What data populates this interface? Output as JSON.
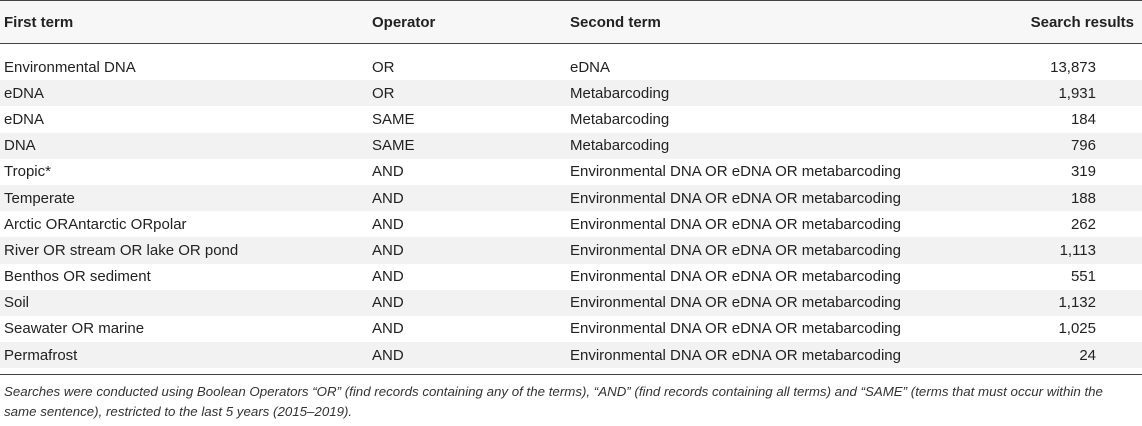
{
  "table": {
    "headers": {
      "first_term": "First term",
      "operator": "Operator",
      "second_term": "Second term",
      "search_results": "Search results"
    },
    "rows": [
      {
        "first": "Environmental DNA",
        "op": "OR",
        "second": "eDNA",
        "results": "13,873"
      },
      {
        "first": "eDNA",
        "op": "OR",
        "second": "Metabarcoding",
        "results": "1,931"
      },
      {
        "first": "eDNA",
        "op": "SAME",
        "second": "Metabarcoding",
        "results": "184"
      },
      {
        "first": "DNA",
        "op": "SAME",
        "second": "Metabarcoding",
        "results": "796"
      },
      {
        "first": "Tropic*",
        "op": "AND",
        "second": "Environmental DNA OR eDNA OR metabarcoding",
        "results": "319"
      },
      {
        "first": "Temperate",
        "op": "AND",
        "second": "Environmental DNA OR eDNA OR metabarcoding",
        "results": "188"
      },
      {
        "first": "Arctic ORAntarctic ORpolar",
        "op": "AND",
        "second": "Environmental DNA OR eDNA OR metabarcoding",
        "results": "262"
      },
      {
        "first": "River OR stream OR lake OR pond",
        "op": "AND",
        "second": "Environmental DNA OR eDNA OR metabarcoding",
        "results": "1,113"
      },
      {
        "first": "Benthos OR sediment",
        "op": "AND",
        "second": "Environmental DNA OR eDNA OR metabarcoding",
        "results": "551"
      },
      {
        "first": "Soil",
        "op": "AND",
        "second": "Environmental DNA OR eDNA OR metabarcoding",
        "results": "1,132"
      },
      {
        "first": "Seawater OR marine",
        "op": "AND",
        "second": "Environmental DNA OR eDNA OR metabarcoding",
        "results": "1,025"
      },
      {
        "first": "Permafrost",
        "op": "AND",
        "second": "Environmental DNA OR eDNA OR metabarcoding",
        "results": "24"
      }
    ]
  },
  "footnote": "Searches were conducted using Boolean Operators “OR” (find records containing any of the terms), “AND” (find records containing all terms) and “SAME” (terms that must occur within the same sentence), restricted to the last 5 years (2015–2019)."
}
